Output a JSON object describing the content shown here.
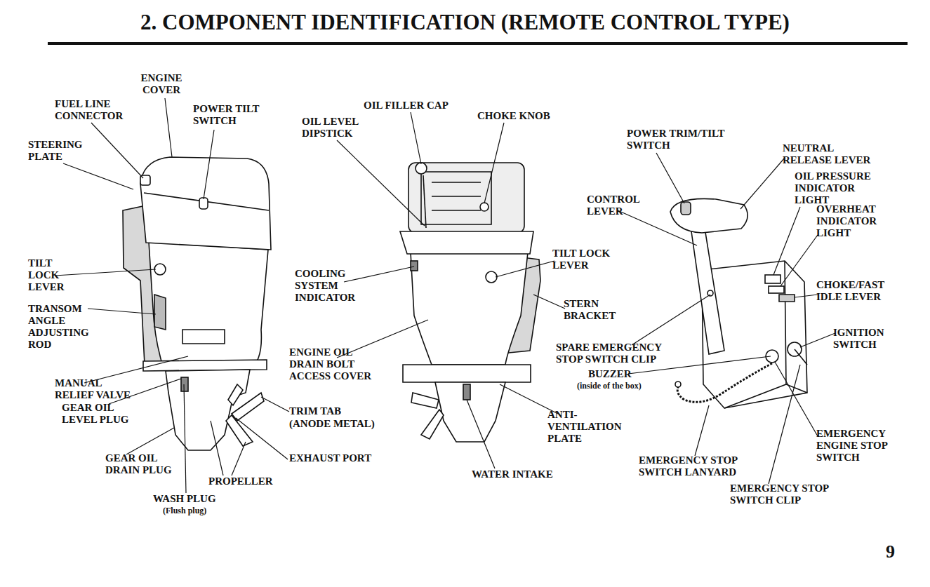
{
  "diagram": {
    "title": "2. COMPONENT IDENTIFICATION (REMOTE CONTROL TYPE)",
    "labels": [
      "ENGINE COVER",
      "FUEL LINE CONNECTOR",
      "POWER TILT SWITCH",
      "OIL FILLER CAP",
      "OIL LEVEL DIPSTICK",
      "CHOKE KNOB",
      "POWER TRIM/TILT SWITCH",
      "NEUTRAL RELEASE LEVER",
      "OIL PRESSURE INDICATOR LIGHT",
      "CONTROL LEVER",
      "STEERING PLATE",
      "OVERHEAT INDICATOR LIGHT",
      "TILT LOCK LEVER",
      "TILT LOCK LEVER",
      "CHOKE/FAST IDLE LEVER",
      "COOLING SYSTEM INDICATOR",
      "TRANSOM ANGLE ADJUSTING ROD",
      "STERN BRACKET",
      "IGNITION SWITCH",
      "ENGINE OIL DRAIN BOLT ACCESS COVER",
      "SPARE EMERGENCY STOP SWITCH CLIP",
      "MANUAL RELIEF VALVE",
      "BUZZER",
      "(inside of the box)",
      "GEAR OIL LEVEL PLUG",
      "TRIM TAB",
      "(ANODE METAL)",
      "ANTI- VENTILATION PLATE",
      "EMERGENCY ENGINE STOP SWITCH",
      "GEAR OIL DRAIN PLUG",
      "EXHAUST PORT",
      "EMERGENCY STOP SWITCH LANYARD",
      "PROPELLER",
      "WATER INTAKE",
      "EMERGENCY STOP SWITCH CLIP",
      "WASH PLUG",
      "(Flush plug)",
      "9"
    ]
  }
}
